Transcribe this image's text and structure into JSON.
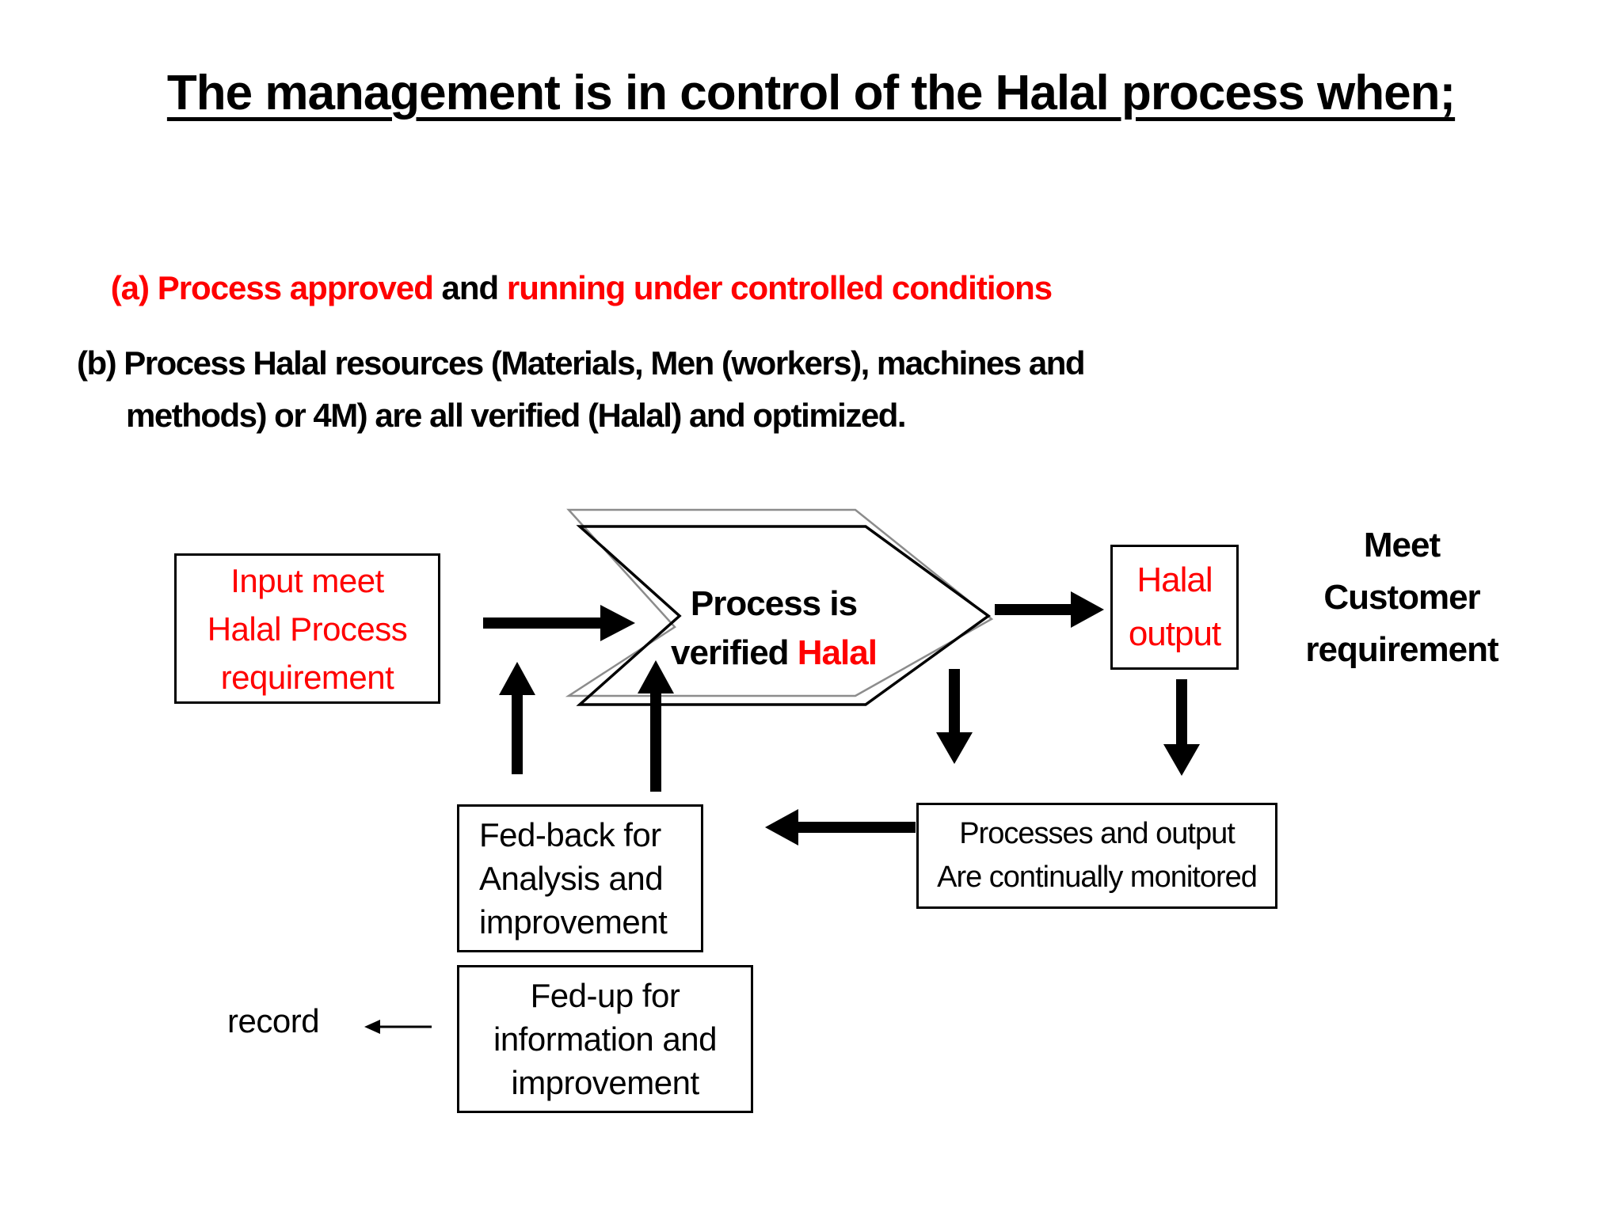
{
  "title": "The management is in control of the Halal process when;",
  "point_a": {
    "red1": "(a) Process approved",
    "black": " and ",
    "red2": "running under controlled conditions"
  },
  "point_b": {
    "line1": "(b) Process Halal resources (Materials, Men (workers), machines and",
    "line2": "methods) or 4M) are all verified (Halal) and optimized."
  },
  "diagram": {
    "input_box": {
      "line1": "Input meet",
      "line2": "Halal Process",
      "line3": "requirement"
    },
    "process_shape": {
      "line1": "Process is",
      "line2_black": "verified ",
      "line2_red": "Halal"
    },
    "halal_output_box": {
      "line1": "Halal",
      "line2": "output"
    },
    "meet_customer": {
      "line1": "Meet",
      "line2": "Customer",
      "line3": "requirement"
    },
    "monitored_box": {
      "line1": "Processes and output",
      "line2": "Are continually monitored"
    },
    "fedback_box": {
      "line1": "Fed-back for",
      "line2": "Analysis and",
      "line3": "improvement"
    },
    "fedup_box": {
      "line1": "Fed-up for",
      "line2": "information and",
      "line3": "improvement"
    },
    "record_label": "record"
  },
  "colors": {
    "accent_red": "#ff0000",
    "text_black": "#000000",
    "chevron_outline_black": "#000000",
    "chevron_outline_gray": "#8c8c8c",
    "background": "#ffffff"
  }
}
